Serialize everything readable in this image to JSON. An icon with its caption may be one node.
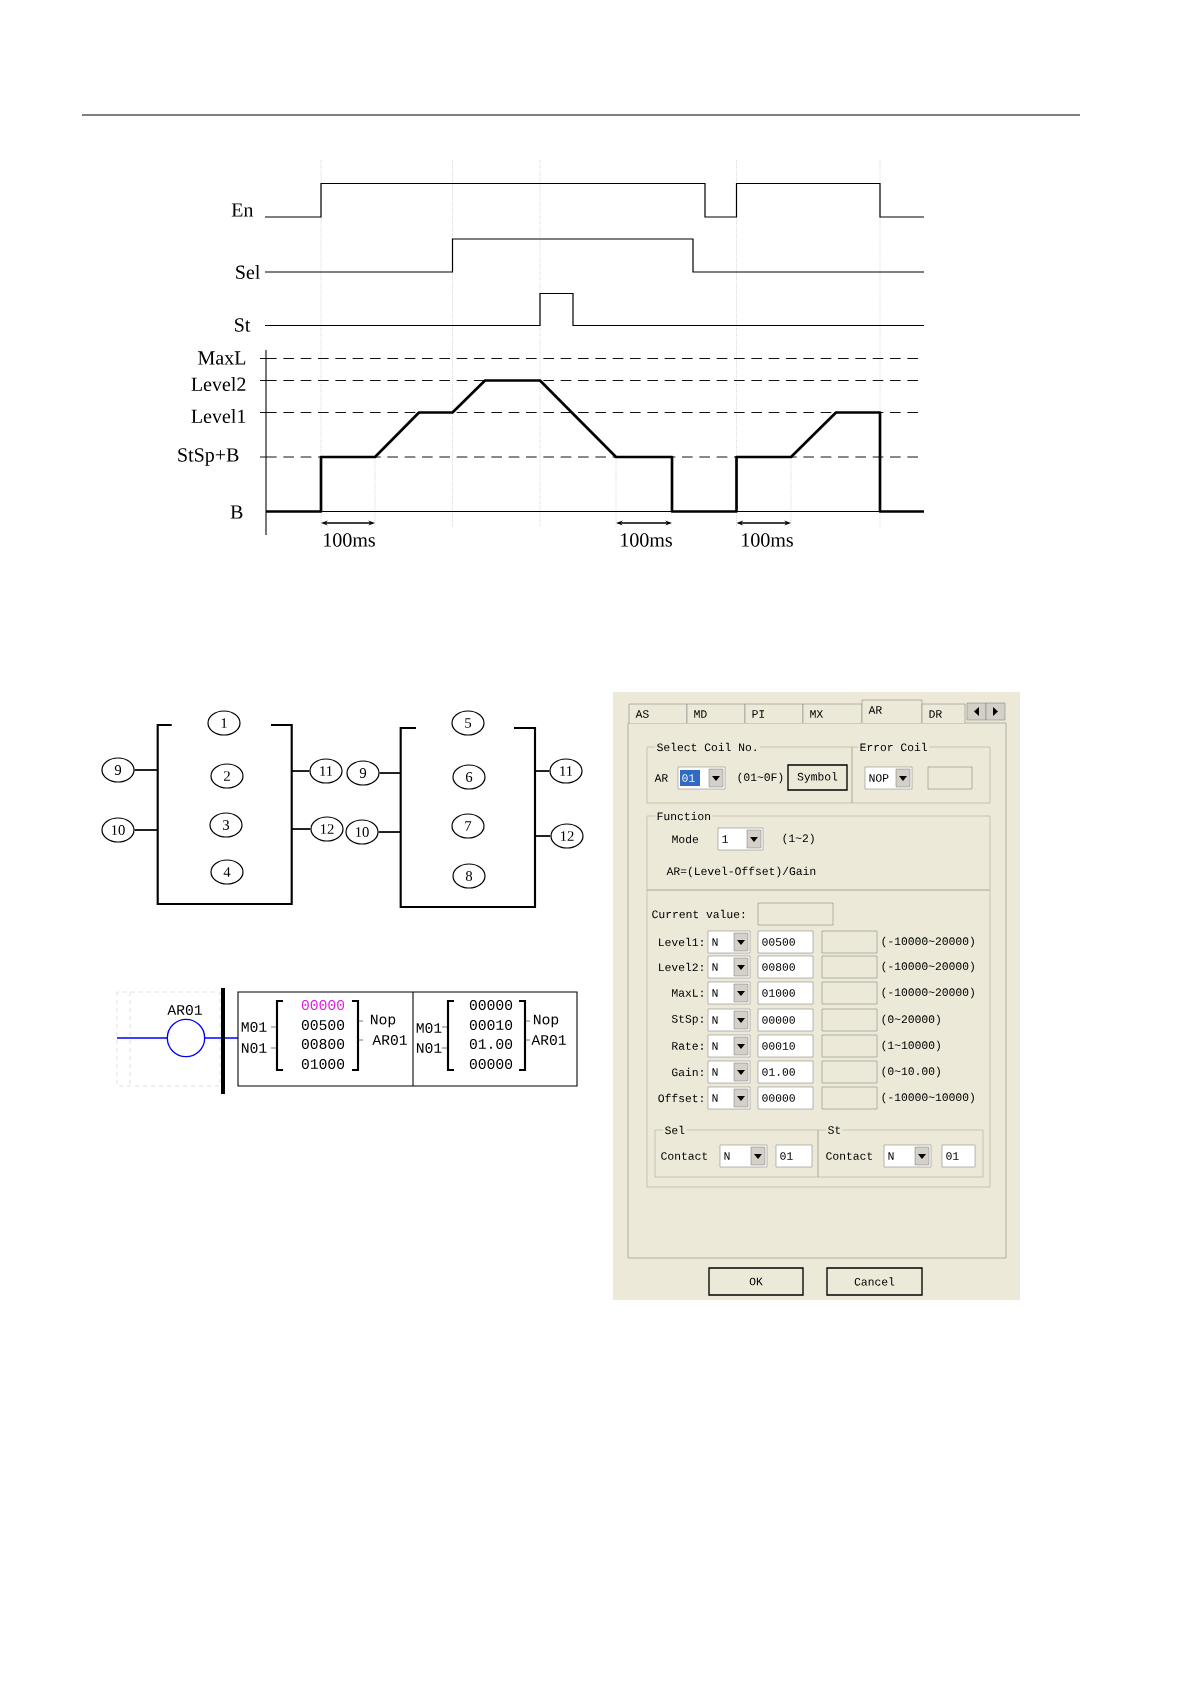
{
  "diagram": {
    "nodes": [
      {
        "text": [],
        "shape": "box"
      },
      {
        "text": [
          "1"
        ],
        "in": 0
      },
      {
        "text": [
          "2"
        ],
        "in": 0
      },
      {
        "text": [
          "3"
        ],
        "in": 0
      },
      {
        "text": [
          "4"
        ],
        "in": 0
      },
      {
        "text": [
          "9"
        ]
      },
      {
        "text": [
          "10"
        ]
      },
      {
        "text": [
          "11"
        ]
      },
      {
        "text": [
          "12"
        ]
      },
      {
        "text": [],
        "shape": "box"
      },
      {
        "text": [
          "5"
        ],
        "in": 9
      },
      {
        "text": [
          "6"
        ],
        "in": 9
      },
      {
        "text": [
          "7"
        ],
        "in": 9
      },
      {
        "text": [
          "8"
        ],
        "in": 9
      },
      {
        "text": [
          "9"
        ]
      },
      {
        "text": [
          "10"
        ]
      },
      {
        "text": [
          "11"
        ]
      },
      {
        "text": [
          "12"
        ]
      }
    ],
    "edges": [
      {
        "from": 5,
        "to": 0,
        "arrow": "none"
      },
      {
        "from": 6,
        "to": 0,
        "arrow": "none"
      },
      {
        "from": 0,
        "to": 7,
        "arrow": "none"
      },
      {
        "from": 0,
        "to": 8,
        "arrow": "none"
      },
      {
        "from": 14,
        "to": 9,
        "arrow": "none"
      },
      {
        "from": 15,
        "to": 9,
        "arrow": "none"
      },
      {
        "from": 9,
        "to": 16,
        "arrow": "none"
      },
      {
        "from": 9,
        "to": 17,
        "arrow": "none"
      }
    ],
    "labels": [
      "En",
      "Sel",
      "St",
      "MaxL",
      "Level2",
      "Level1",
      "StSp+B",
      "B",
      "100ms",
      "100ms",
      "100ms",
      "AR01",
      "M01",
      "N01",
      "00000",
      "00500",
      "00800",
      "01000",
      "Nop",
      "AR01",
      "M01",
      "N01",
      "00000",
      "00010",
      "01.00",
      "00000",
      "Nop",
      "AR01",
      "AS",
      "MD",
      "PI",
      "MX",
      "AR",
      "DR",
      "Select Coil No.",
      "Error Coil",
      "AR",
      "01",
      "(01~0F)",
      "Symbol",
      "NOP",
      "Function",
      "Mode",
      "1",
      "(1~2)",
      "AR=(Level-Offset)/Gain",
      "Current value:",
      "Level1:",
      "N",
      "00500",
      "(-10000~20000)",
      "Level2:",
      "N",
      "00800",
      "(-10000~20000)",
      "MaxL:",
      "N",
      "01000",
      "(-10000~20000)",
      "StSp:",
      "N",
      "00000",
      "(0~20000)",
      "Rate:",
      "N",
      "00010",
      "(1~10000)",
      "Gain:",
      "N",
      "01.00",
      "(0~10.00)",
      "Offset:",
      "N",
      "00000",
      "(-10000~10000)",
      "Sel",
      "Contact",
      "N",
      "01",
      "St",
      "Contact",
      "N",
      "01",
      "OK",
      "Cancel"
    ]
  }
}
